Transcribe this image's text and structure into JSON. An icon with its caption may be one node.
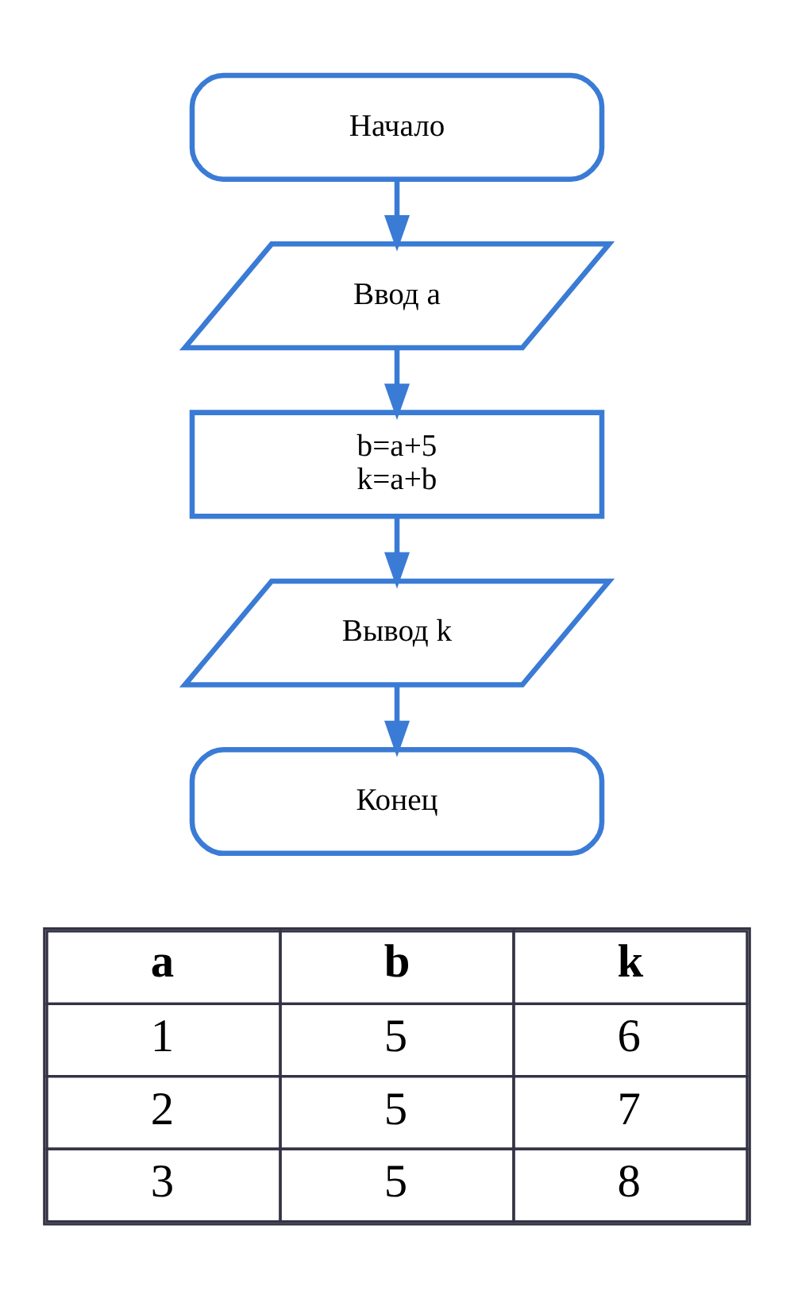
{
  "diagram": {
    "nodes": [
      {
        "text": [
          "Начало"
        ]
      },
      {
        "text": [
          "Ввод a"
        ]
      },
      {
        "text": [
          "b=a+5",
          "k=a+b"
        ]
      },
      {
        "text": [
          "Вывод k"
        ]
      },
      {
        "text": [
          "Конец"
        ]
      }
    ],
    "edges": [
      {
        "from": 0,
        "to": 1,
        "arrow": "to"
      },
      {
        "from": 1,
        "to": 2,
        "arrow": "to"
      },
      {
        "from": 2,
        "to": 3,
        "arrow": "to"
      },
      {
        "from": 3,
        "to": 4,
        "arrow": "to"
      }
    ],
    "labels": [
      "a",
      "b",
      "k",
      "1",
      "5",
      "6",
      "2",
      "5",
      "7",
      "3",
      "5",
      "8"
    ]
  }
}
